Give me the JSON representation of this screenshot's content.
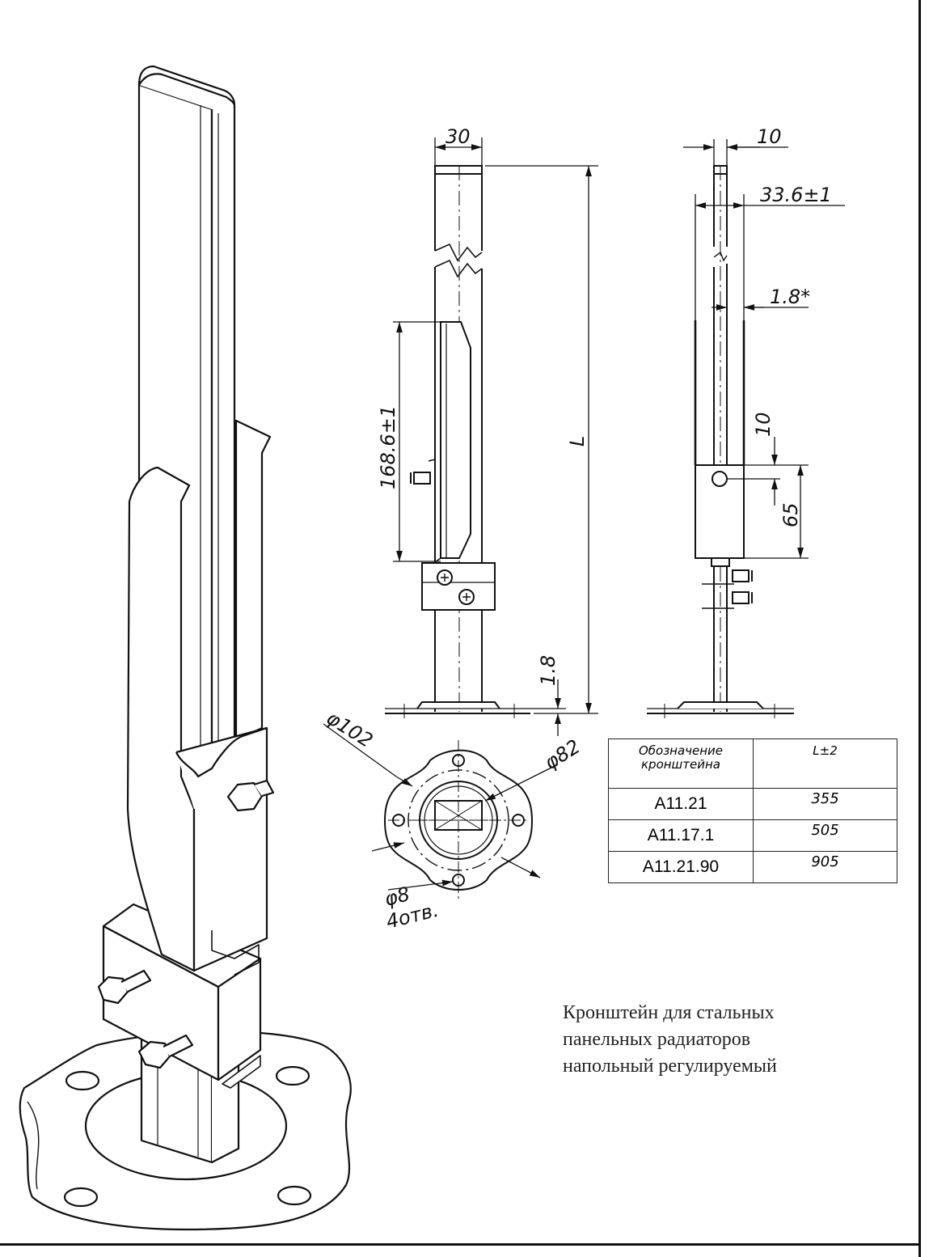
{
  "dimensions": {
    "front_width": "30",
    "side_thickness": "10",
    "side_width": "33.6±1",
    "wall_thickness": "1.8*",
    "clamp_offset": "10",
    "clamp_height": "65",
    "slide_length": "168.6±1",
    "total_length": "L",
    "base_thickness": "1.8",
    "outer_diameter": "φ102",
    "circle_diameter": "φ82",
    "hole_diameter": "φ8",
    "hole_count": "4отв."
  },
  "table": {
    "header_code_line1": "Обозначение",
    "header_code_line2": "кронштейна",
    "header_length": "L±2",
    "rows": [
      {
        "code": "A11.21",
        "length": "355"
      },
      {
        "code": "A11.17.1",
        "length": "505"
      },
      {
        "code": "A11.21.90",
        "length": "905"
      }
    ]
  },
  "caption": {
    "line1": "Кронштейн для стальных",
    "line2": "панельных радиаторов",
    "line3": "напольный регулируемый"
  }
}
